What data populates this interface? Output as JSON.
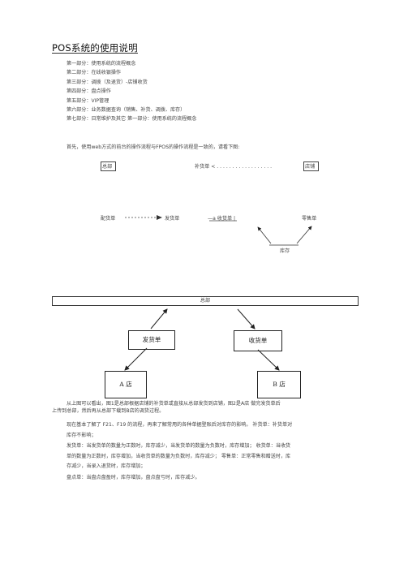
{
  "doc": {
    "title": "POS系统的使用说明",
    "toc": [
      "第一部分：使用系统的流程概念",
      "第二部分：在线收银操作",
      "第三部分：调拨（及退货）-店铺收货",
      "第四部分：盘点操作",
      "第五部分：VIP管理",
      "第六部分：业务数据查询（销售、补货、调拨、库存）",
      "第七部分：日常维护及其它 第一部分：使用系统的流程概念"
    ],
    "intro": "首先，使用web方式的前台的操作流程与FPOS的操作流程是一致的，请看下图:"
  },
  "diagram1": {
    "hq": "总部",
    "replenish": "补货单 < . . . . . . . . . . . . . . . . . .",
    "store": "店铺",
    "alloc": "配货单",
    "ship": "发货单",
    "receive": "—a 收货单 |",
    "retail": "零售单",
    "inventory": "库存"
  },
  "diagram2": {
    "hq": "总部",
    "ship": "发货单",
    "receive": "收货单",
    "storeA": "A 店",
    "storeB": "B 店"
  },
  "body": {
    "p1_l1": "从上图可以看出，图1是总部根据店铺的补货单或直接从总部发货到店铺，图2是A店 做完发货单后",
    "p1_l2": "上传到总部，然后再从总部下载到B店的调货过程。",
    "p2_l1": "现在基本了解了 F21、F19 的流程，再来了解常用的各种单据登账后对库存的影响。 补货单：补货单对",
    "p2_l2": "库存不影响；",
    "p3_l1": "发货单：当发货单的数量为正数时，库存减少，当发货单的数量为负数时，库存增加； 收货单：当收货",
    "p3_l2": "单的数量为正数时，库存增加，当收货单的数量为负数时，库存减少； 零售单：正常零售和赠送时，库",
    "p3_l3": "存减少，当录入退货时，库存增加；",
    "p4": "盘点单：当盘点盘盈时，库存增加，盘点盘亏时，库存减少。"
  }
}
